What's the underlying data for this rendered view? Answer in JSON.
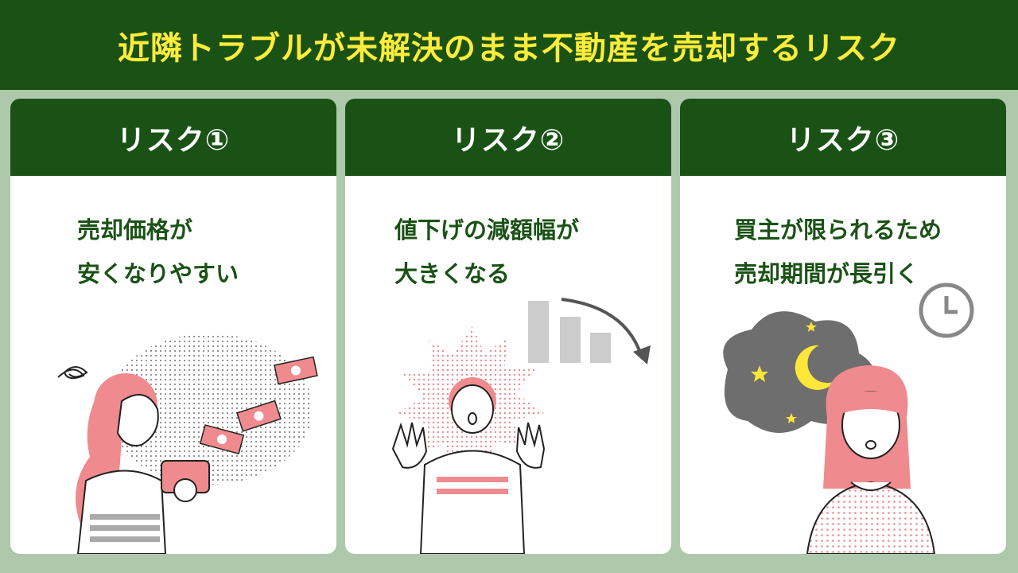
{
  "title": "近隣トラブルが未解決のまま不動産を売却するリスク",
  "colors": {
    "header_bg": "#1a5216",
    "title_text": "#ffec3a",
    "page_bg": "#aec8ab",
    "card_text": "#1a5216",
    "accent_pink": "#ef8b8e"
  },
  "cards": [
    {
      "heading": "リスク①",
      "lines": [
        "売却価格が",
        "安くなりやすい"
      ],
      "illustration": "woman-with-empty-wallet-and-flying-money"
    },
    {
      "heading": "リスク②",
      "lines": [
        "値下げの減額幅が",
        "大きくなる"
      ],
      "illustration": "shocked-woman-with-falling-bar-chart"
    },
    {
      "heading": "リスク③",
      "lines": [
        "買主が限られるため",
        "売却期間が長引く"
      ],
      "illustration": "worried-woman-with-night-sky-and-clock"
    }
  ]
}
